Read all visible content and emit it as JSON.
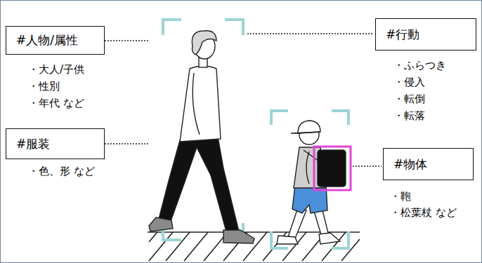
{
  "diagram": {
    "nodes": [
      {
        "text": [
          "#人物/属性"
        ]
      },
      {
        "text": [
          "#服装"
        ]
      },
      {
        "text": [
          "#行動"
        ]
      },
      {
        "text": [
          "#物体"
        ]
      }
    ],
    "labels": [
      "・大人/子供",
      "・性別",
      "・年代 など",
      "・色、形 など",
      "・ふらつき",
      "・侵入",
      "・転倒",
      "・転落",
      "・鞄",
      "・松葉杖 など"
    ]
  }
}
